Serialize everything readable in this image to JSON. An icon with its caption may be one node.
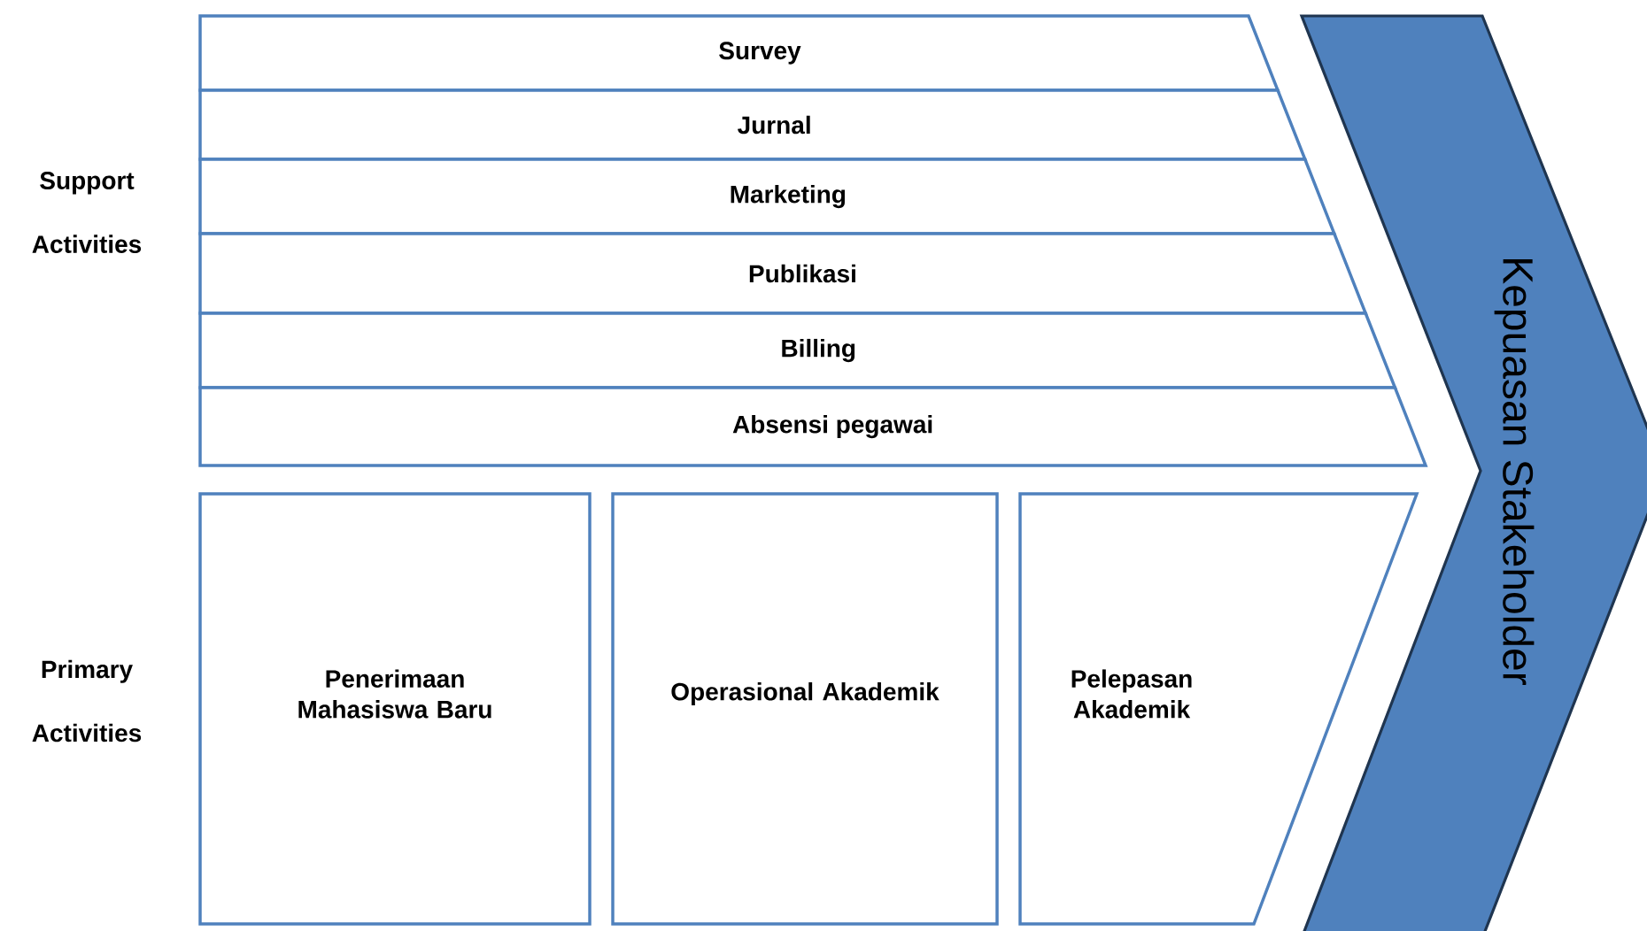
{
  "diagram": {
    "nodes": [
      {
        "text": [
          "Survey"
        ]
      },
      {
        "text": [
          "Jurnal"
        ]
      },
      {
        "text": [
          "Marketing"
        ]
      },
      {
        "text": [
          "Publikasi"
        ]
      },
      {
        "text": [
          "Billing"
        ]
      },
      {
        "text": [
          "Absensi pegawai"
        ]
      },
      {
        "text": [
          "Penerimaan Mahasiswa Baru"
        ]
      },
      {
        "text": [
          "Operasional Akademik"
        ]
      },
      {
        "text": [
          "Pelepasan Akademik"
        ]
      },
      {
        "text": [
          "Kepuasan Stakeholder"
        ]
      }
    ],
    "labels": [
      "Support Activities",
      "Primary Activities"
    ]
  }
}
